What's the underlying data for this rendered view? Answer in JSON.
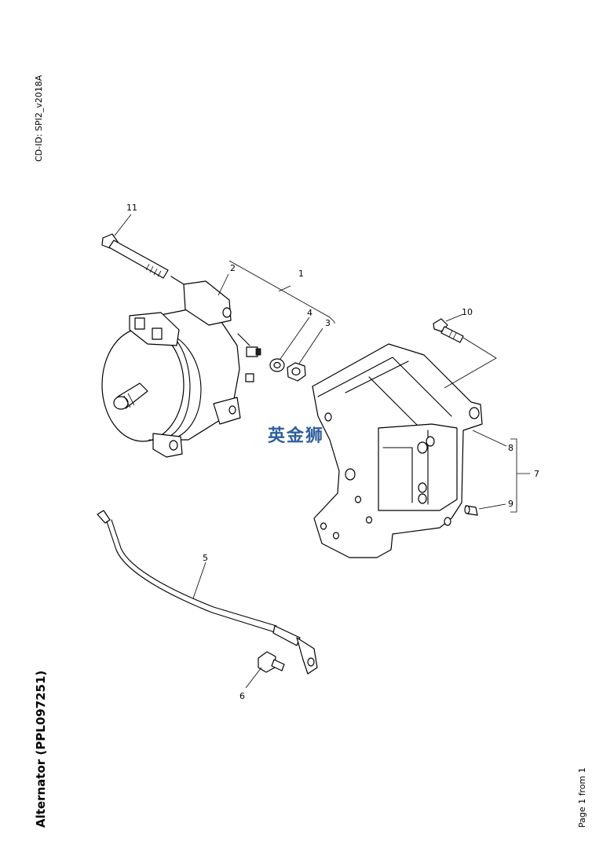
{
  "document": {
    "cd_id": "CD-ID: SPI2_v2018A",
    "title": "Alternator (PPL097251)",
    "page_info": "Page 1 from 1",
    "watermark": "英金狮"
  },
  "callouts": [
    "1",
    "2",
    "3",
    "4",
    "5",
    "6",
    "7",
    "8",
    "9",
    "10",
    "11"
  ],
  "colors": {
    "watermark": "#2f5e9e",
    "line": "#000000",
    "background": "#ffffff"
  }
}
